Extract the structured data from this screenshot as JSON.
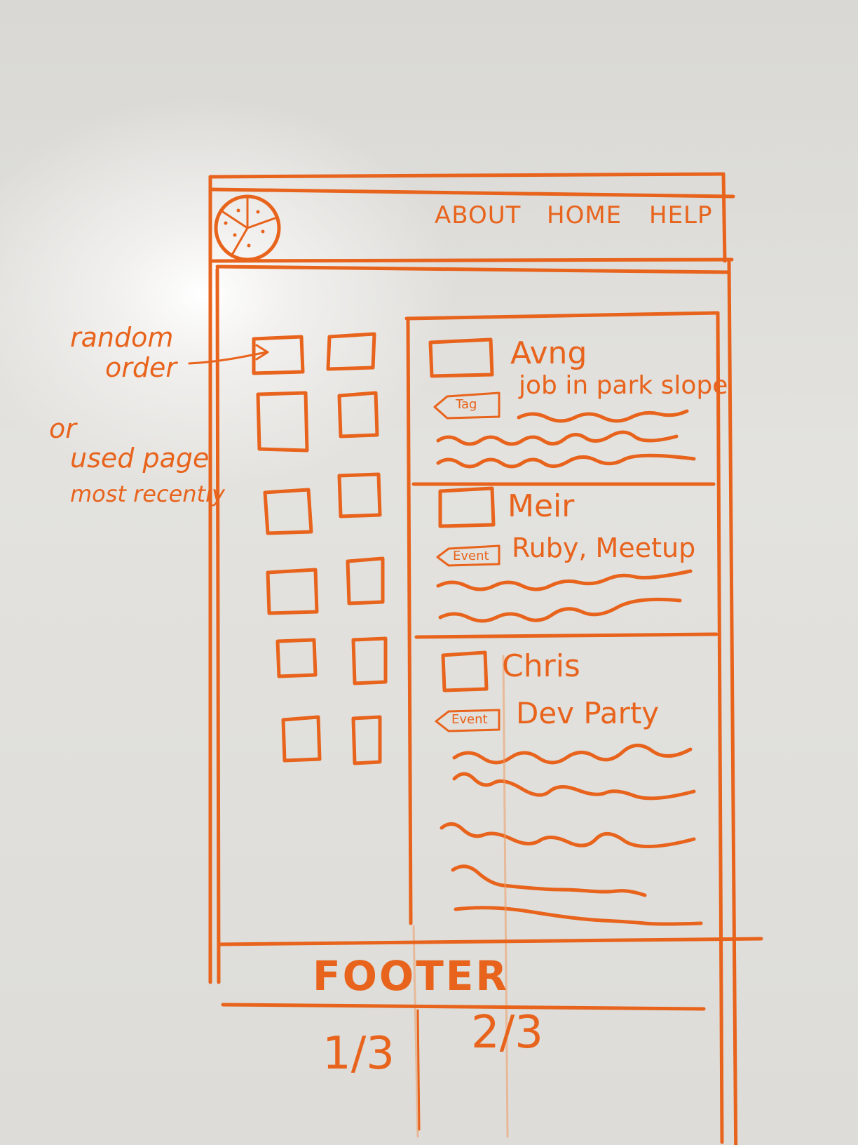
{
  "header": {
    "nav": [
      "ABOUT",
      "HOME",
      "HELP"
    ],
    "logo_icon": "pizza-icon"
  },
  "annotation": {
    "line1": "random",
    "line2": "order",
    "line3": "or",
    "line4": "used page",
    "line5": "most recently"
  },
  "feed": [
    {
      "name": "Avng",
      "tag": "Tag",
      "title": "job in park slope"
    },
    {
      "name": "Meir",
      "tag": "Event",
      "title": "Ruby, Meetup"
    },
    {
      "name": "Chris",
      "tag": "Event",
      "title": "Dev Party"
    }
  ],
  "footer": {
    "label": "FOOTER",
    "left_fraction": "1/3",
    "right_fraction": "2/3"
  },
  "colors": {
    "ink": "#e8631c",
    "board": "#e2e1dd"
  }
}
